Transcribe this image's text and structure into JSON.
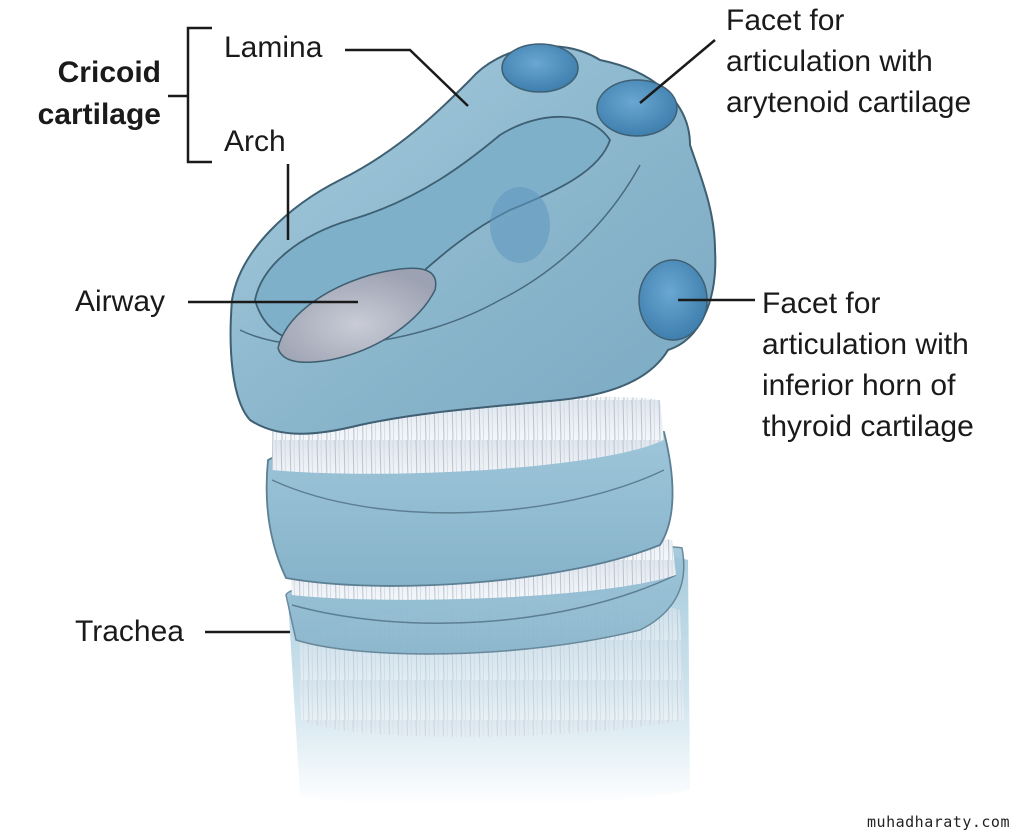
{
  "labels": {
    "cricoid_title": [
      "Cricoid",
      "cartilage"
    ],
    "lamina": "Lamina",
    "arch": "Arch",
    "airway": "Airway",
    "trachea": "Trachea",
    "arytenoid_facet": [
      "Facet for",
      "articulation with",
      "arytenoid cartilage"
    ],
    "thyroid_facet": [
      "Facet for",
      "articulation with",
      "inferior horn of",
      "thyroid cartilage"
    ]
  },
  "watermark": "muhadharaty.com",
  "colors": {
    "cartilage_fill": "#8fb9cf",
    "cartilage_light": "#b7d4e3",
    "cartilage_edge": "#3f5f72",
    "facet_fill": "#4f8fbf",
    "trachea_fibers": "#e9eef4",
    "leader_line": "#1a1a1a"
  }
}
